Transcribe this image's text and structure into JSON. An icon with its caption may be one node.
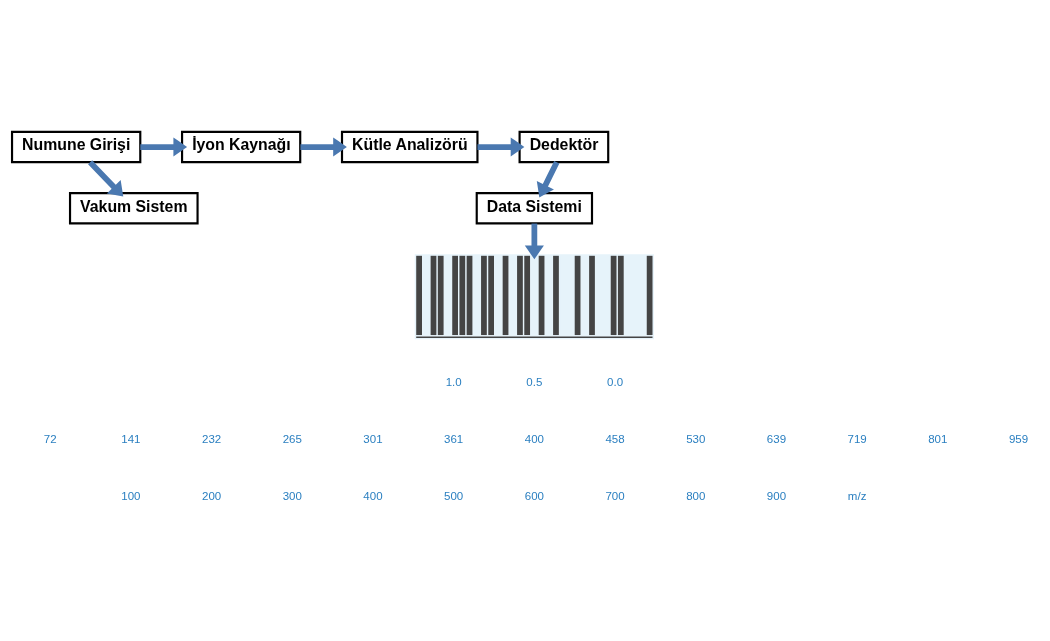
{
  "diagram": {
    "nodes": [
      {
        "text": [
          "Numune Girişi"
        ]
      },
      {
        "text": [
          "İyon Kaynağı"
        ]
      },
      {
        "text": [
          "Kütle Analizörü"
        ]
      },
      {
        "text": [
          "Dedektör"
        ]
      },
      {
        "text": [
          "Vakum Sistem"
        ]
      },
      {
        "text": [
          "Data Sistemi"
        ]
      },
      {
        "text": [],
        "shape": "picture"
      }
    ],
    "edges": [
      {
        "from": 0,
        "to": 1,
        "arrow": "to"
      },
      {
        "from": 1,
        "to": 2,
        "arrow": "to"
      },
      {
        "from": 2,
        "to": 3,
        "arrow": "to"
      },
      {
        "from": 0,
        "to": 4,
        "arrow": "to"
      },
      {
        "from": 3,
        "to": 5,
        "arrow": "to"
      },
      {
        "from": 5,
        "to": 6,
        "arrow": "to"
      }
    ],
    "labels": [
      "1.0",
      "0.5",
      "0.0",
      "72",
      "141",
      "232",
      "265",
      "301",
      "361",
      "400",
      "458",
      "530",
      "639",
      "719",
      "801",
      "959",
      "100",
      "200",
      "300",
      "400",
      "500",
      "600",
      "700",
      "800",
      "900",
      "m/z"
    ]
  }
}
